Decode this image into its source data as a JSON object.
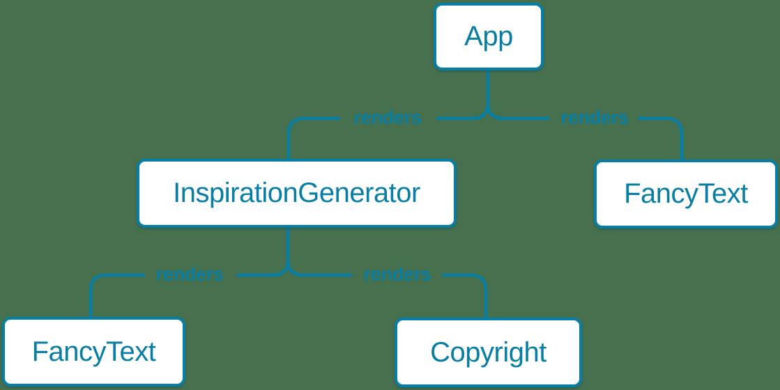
{
  "colors": {
    "background": "#47714E",
    "accent": "#087EA4",
    "node_fill": "#FFFFFF"
  },
  "diagram_type": "component-render-tree",
  "nodes": [
    {
      "id": "app",
      "label": "App"
    },
    {
      "id": "inspiration-generator",
      "label": "InspirationGenerator"
    },
    {
      "id": "fancy-text-top",
      "label": "FancyText"
    },
    {
      "id": "fancy-text-bottom",
      "label": "FancyText"
    },
    {
      "id": "copyright",
      "label": "Copyright"
    }
  ],
  "edges": [
    {
      "from": "app",
      "to": "inspiration-generator",
      "label": "renders"
    },
    {
      "from": "app",
      "to": "fancy-text-top",
      "label": "renders"
    },
    {
      "from": "inspiration-generator",
      "to": "fancy-text-bottom",
      "label": "renders"
    },
    {
      "from": "inspiration-generator",
      "to": "copyright",
      "label": "renders"
    }
  ]
}
